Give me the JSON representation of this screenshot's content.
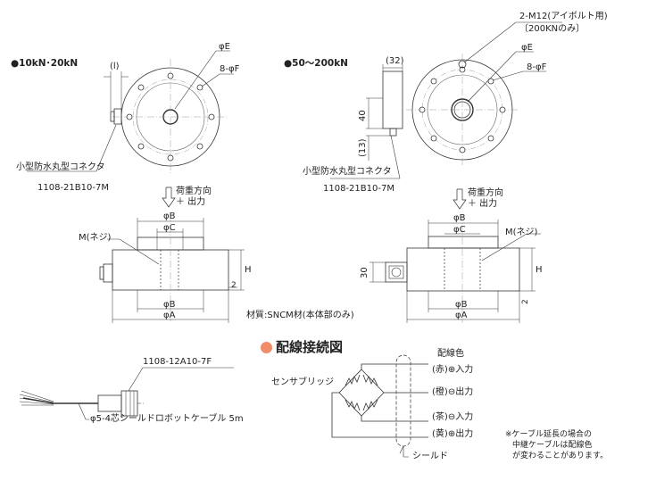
{
  "left": {
    "heading": "●10kN･20kN",
    "dim_i": "(l)",
    "dim_phiE": "φE",
    "dim_8phiF": "8-φF",
    "connector_name": "小型防水丸型コネクタ",
    "connector_code": "1108-21B10-7M",
    "load_dir": "荷重方向",
    "output": "＋ 出力",
    "top_phiB": "φB",
    "top_phiC": "φC",
    "thread": "M(ネジ)",
    "dim_H": "H",
    "dim_2": "2",
    "bot_phiB": "φB",
    "bot_phiA": "φA"
  },
  "right": {
    "heading": "●50〜200kN",
    "eyebolt": "2-M12(アイボルト用)",
    "eyebolt_note": "〔200KNのみ〕",
    "dim_phiE": "φE",
    "dim_8phiF": "8-φF",
    "dim_32": "(32)",
    "dim_40": "40",
    "dim_13": "(13)",
    "connector_name": "小型防水丸型コネクタ",
    "connector_code": "1108-21B10-7M",
    "load_dir": "荷重方向",
    "output": "＋ 出力",
    "top_phiB": "φB",
    "top_phiC": "φC",
    "thread": "M(ネジ)",
    "dim_30": "30",
    "dim_H": "H",
    "dim_2": "2",
    "bot_phiB": "φB",
    "bot_phiA": "φA"
  },
  "material": "材質:SNCM材(本体部のみ)",
  "wiring": {
    "title": "配線接続図",
    "cable_connector": "1108-12A10-7F",
    "cable": "φ5-4芯シールドロボットケーブル 5m",
    "bridge": "センサブリッジ",
    "color_head": "配線色",
    "wires": [
      {
        "color": "(赤)",
        "signal": "⊕入力"
      },
      {
        "color": "(橙)",
        "signal": "⊖出力"
      },
      {
        "color": "(茶)",
        "signal": "⊖入力"
      },
      {
        "color": "(黄)",
        "signal": "⊕出力"
      }
    ],
    "shield": "シールド",
    "note": [
      "※ケーブル延長の場合の",
      "中継ケーブルは配線色",
      "が変わることがあります。"
    ]
  }
}
